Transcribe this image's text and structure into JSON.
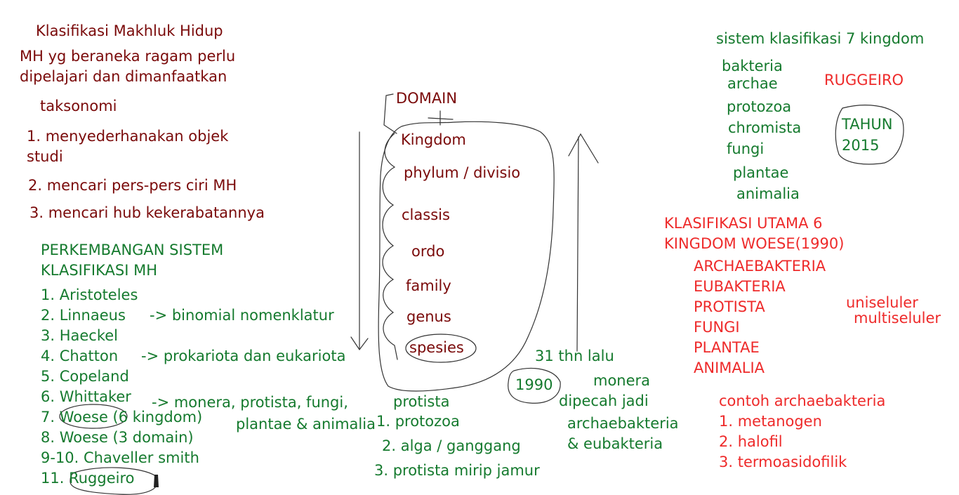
{
  "left": {
    "title": "Klasifikasi Makhluk Hidup",
    "intro_line1": "MH yg beraneka ragam perlu",
    "intro_line2": "dipelajari dan dimanfaatkan",
    "taksonomi": "taksonomi",
    "point1_line1": "1. menyederhanakan objek",
    "point1_line2": "studi",
    "point2": "2. mencari pers-pers ciri MH",
    "point3": "3. mencari hub kekerabatannya",
    "perkembangan_line1": "PERKEMBANGAN SISTEM",
    "perkembangan_line2": "KLASIFIKASI MH",
    "list": [
      "1. Aristoteles",
      "2. Linnaeus",
      "3. Haeckel",
      "4. Chatton",
      "5. Copeland",
      "6. Whittaker",
      "7. Woese (6 kingdom)",
      "8. Woese (3 domain)",
      "9-10. Chaveller smith",
      "11. Ruggeiro"
    ],
    "note_linnaeus": "-> binomial nomenklatur",
    "note_chatton": "-> prokariota dan eukariota",
    "note_whittaker_line1": "-> monera, protista, fungi,",
    "note_whittaker_line2": "plantae & animalia"
  },
  "hierarchy": {
    "items": [
      "DOMAIN",
      "Kingdom",
      "phylum / divisio",
      "classis",
      "ordo",
      "family",
      "genus",
      "spesies"
    ]
  },
  "protista": {
    "title": "protista",
    "items": [
      "1. protozoa",
      "2. alga / ganggang",
      "3. protista mirip jamur"
    ]
  },
  "monera": {
    "years_ago": "31 thn lalu",
    "year": "1990",
    "title": "monera",
    "line1": "dipecah jadi",
    "line2": "archaebakteria",
    "line3": "& eubakteria"
  },
  "right": {
    "seven_title": "sistem klasifikasi 7 kingdom",
    "seven_items": [
      "bakteria",
      "archae",
      "protozoa",
      "chromista",
      "fungi",
      "plantae",
      "animalia"
    ],
    "ruggeiro": "RUGGEIRO",
    "tahun": "TAHUN",
    "tahun_year": "2015",
    "six_title_line1": "KLASIFIKASI UTAMA 6",
    "six_title_line2": "KINGDOM WOESE(1990)",
    "six_items": [
      "ARCHAEBAKTERIA",
      "EUBAKTERIA",
      "PROTISTA",
      "FUNGI",
      "PLANTAE",
      "ANIMALIA"
    ],
    "uniseluler": "uniseluler",
    "multiseluler": "multiseluler",
    "contoh_title": "contoh archaebakteria",
    "contoh_items": [
      "1. metanogen",
      "2. halofil",
      "3. termoasidofilik"
    ]
  },
  "colors": {
    "maroon": "#7a0a0a",
    "green": "#157a2e",
    "red": "#ee2a2a",
    "ink": "#333333"
  }
}
